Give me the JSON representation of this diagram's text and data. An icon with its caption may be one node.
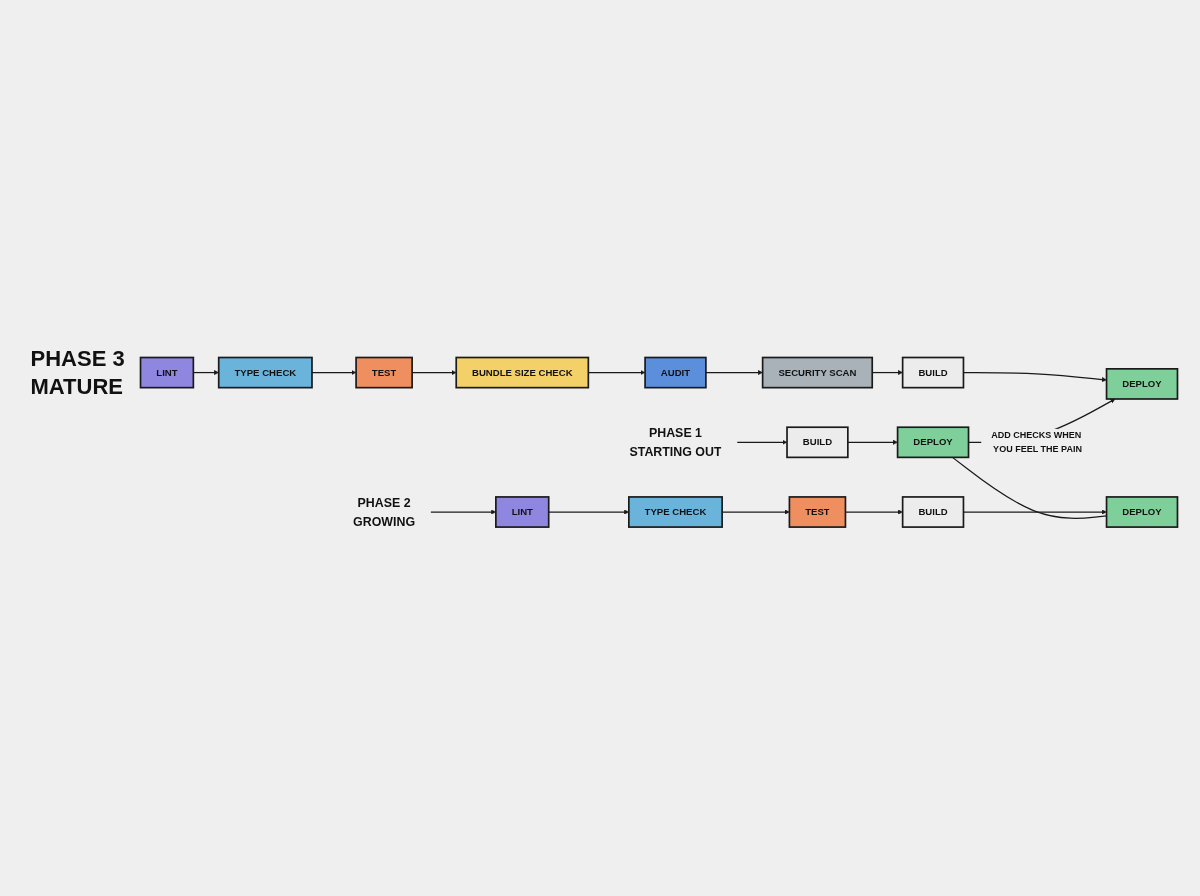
{
  "diagram": {
    "nodes": [
      {
        "text": [
          "PHASE 1",
          "STARTING OUT"
        ]
      },
      {
        "text": [
          "BUILD"
        ]
      },
      {
        "text": [
          "DEPLOY"
        ]
      },
      {
        "text": [
          "PHASE 2",
          "GROWING"
        ]
      },
      {
        "text": [
          "LINT"
        ]
      },
      {
        "text": [
          "TYPE CHECK"
        ]
      },
      {
        "text": [
          "TEST"
        ]
      },
      {
        "text": [
          "BUILD"
        ]
      },
      {
        "text": [
          "DEPLOY"
        ]
      },
      {
        "text": [
          "LINT"
        ]
      },
      {
        "text": [
          "TYPE CHECK"
        ]
      },
      {
        "text": [
          "TEST"
        ]
      },
      {
        "text": [
          "BUNDLE SIZE CHECK"
        ]
      },
      {
        "text": [
          "AUDIT"
        ]
      },
      {
        "text": [
          "SECURITY SCAN"
        ]
      },
      {
        "text": [
          "BUILD"
        ]
      },
      {
        "text": [
          "DEPLOY"
        ]
      }
    ],
    "edges": [
      {
        "from": 0,
        "to": 1,
        "arrow": "to"
      },
      {
        "from": 1,
        "to": 2,
        "arrow": "to"
      },
      {
        "from": 3,
        "to": 4,
        "arrow": "to"
      },
      {
        "from": 4,
        "to": 5,
        "arrow": "to"
      },
      {
        "from": 5,
        "to": 6,
        "arrow": "to"
      },
      {
        "from": 6,
        "to": 7,
        "arrow": "to"
      },
      {
        "from": 7,
        "to": 8,
        "arrow": "to"
      },
      {
        "from": 9,
        "to": 10,
        "arrow": "to"
      },
      {
        "from": 10,
        "to": 11,
        "arrow": "to"
      },
      {
        "from": 11,
        "to": 12,
        "arrow": "to"
      },
      {
        "from": 12,
        "to": 13,
        "arrow": "to"
      },
      {
        "from": 13,
        "to": 14,
        "arrow": "to"
      },
      {
        "from": 14,
        "to": 15,
        "arrow": "to"
      },
      {
        "from": 15,
        "to": 16,
        "arrow": "to"
      },
      {
        "from": 2,
        "to": 8,
        "arrow": "none"
      },
      {
        "from": 2,
        "to": 16,
        "arrow": "to",
        "label": "ADD CHECKS WHEN YOU FEEL THE PAIN"
      }
    ],
    "labels": [
      "PHASE 3",
      "MATURE"
    ]
  }
}
